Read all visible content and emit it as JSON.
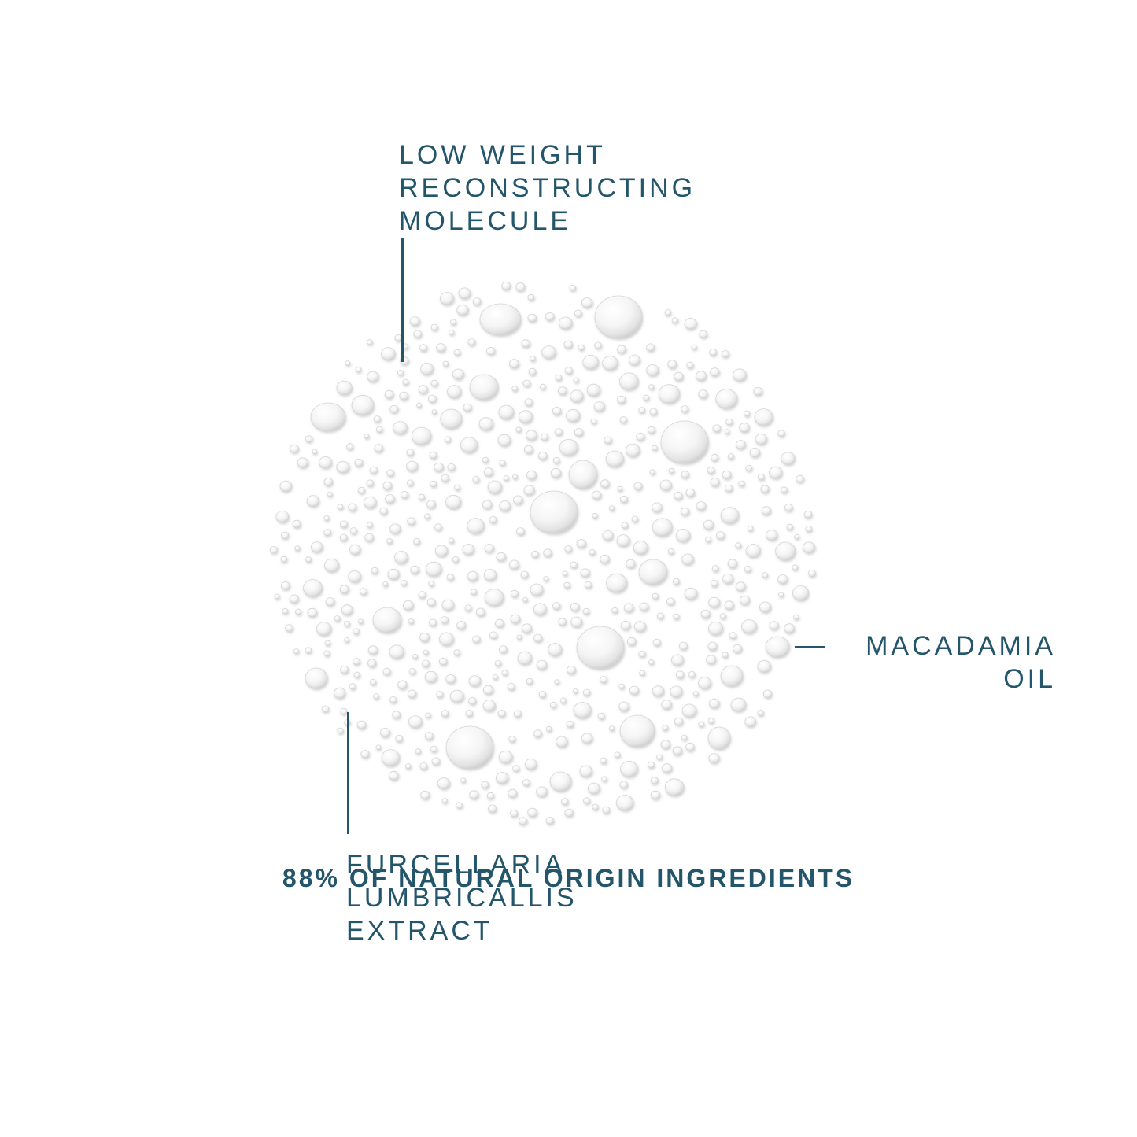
{
  "labels": {
    "top": "LOW WEIGHT\nRECONSTRUCTING\nMOLECULE",
    "right": "MACADAMIA\nOIL",
    "left": "FURCELLARIA\nLUMBRICALLIS\nEXTRACT"
  },
  "footer": {
    "text": "88% OF NATURAL ORIGIN INGREDIENTS"
  },
  "colors": {
    "accent": "#24566b",
    "background": "#ffffff"
  }
}
